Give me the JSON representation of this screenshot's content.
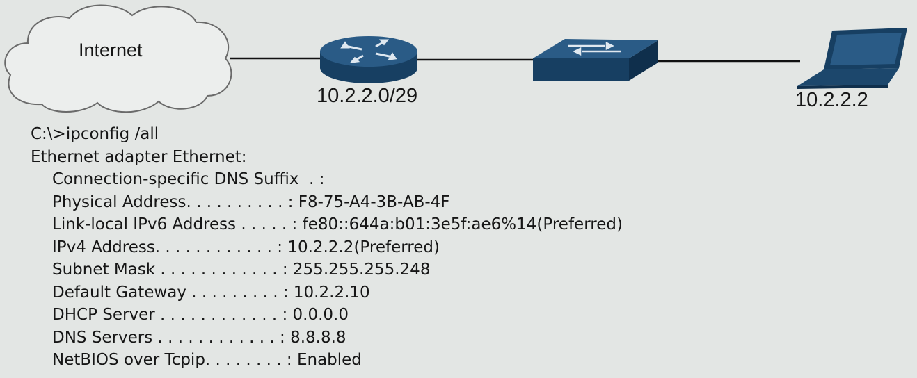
{
  "diagram": {
    "cloud_label": "Internet",
    "router_label": "10.2.2.0/29",
    "laptop_label": "10.2.2.2"
  },
  "output": {
    "command": "C:\\>ipconfig /all",
    "adapter": "Ethernet adapter Ethernet:",
    "fields": [
      {
        "label": "Connection-specific DNS Suffix  . :",
        "value": ""
      },
      {
        "label": "Physical Address. . . . . . . . . . :",
        "value": " F8-75-A4-3B-AB-4F"
      },
      {
        "label": "Link-local IPv6 Address . . . . . :",
        "value": " fe80::644a:b01:3e5f:ae6%14(Preferred)"
      },
      {
        "label": "IPv4 Address. . . . . . . . . . . . :",
        "value": " 10.2.2.2(Preferred)"
      },
      {
        "label": "Subnet Mask . . . . . . . . . . . . :",
        "value": " 255.255.255.248"
      },
      {
        "label": "Default Gateway . . . . . . . . . :",
        "value": " 10.2.2.10"
      },
      {
        "label": "DHCP Server . . . . . . . . . . . . :",
        "value": " 0.0.0.0"
      },
      {
        "label": "DNS Servers . . . . . . . . . . . . :",
        "value": " 8.8.8.8"
      },
      {
        "label": "NetBIOS over Tcpip. . . . . . . . :",
        "value": " Enabled"
      }
    ]
  },
  "colors": {
    "device_fill": "#173f62",
    "device_top": "#2a5b86",
    "device_side": "#0f2f4c",
    "line": "#111111",
    "cloud_stroke": "#6a6a6a",
    "background": "#e3e6e4"
  }
}
